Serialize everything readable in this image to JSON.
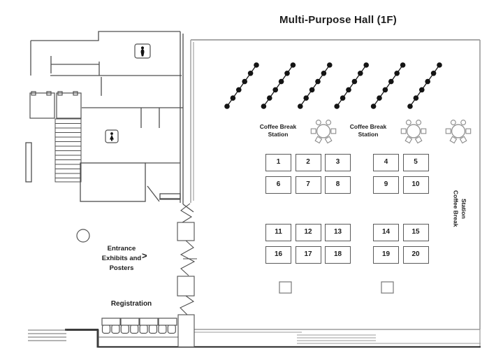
{
  "title": "Multi-Purpose Hall (1F)",
  "stations": {
    "left": {
      "line1": "Coffee Break",
      "line2": "Station"
    },
    "middle": {
      "line1": "Coffee Break",
      "line2": "Station"
    },
    "right_vertical": {
      "line1": "Coffee Break",
      "line2": "Station"
    }
  },
  "entrance": {
    "line1": "Entrance",
    "line2": "Exhibits and",
    "line3": "Posters",
    "arrow": ">"
  },
  "registration_label": "Registration",
  "booths": {
    "groups": [
      {
        "rows": [
          [
            "1",
            "2",
            "3"
          ],
          [
            "6",
            "7",
            "8"
          ]
        ]
      },
      {
        "rows": [
          [
            "4",
            "5"
          ],
          [
            "9",
            "10"
          ]
        ]
      },
      {
        "rows": [
          [
            "11",
            "12",
            "13"
          ],
          [
            "16",
            "17",
            "18"
          ]
        ]
      },
      {
        "rows": [
          [
            "14",
            "15"
          ],
          [
            "19",
            "20"
          ]
        ]
      }
    ]
  },
  "furniture": {
    "diagonal_chair_rows": {
      "rows": 6,
      "chairs_per_row": 6
    },
    "round_tables": {
      "count": 3,
      "chairs_per_table": 6
    },
    "registration_desk": {
      "tables": 4,
      "chairs": 8
    },
    "floor_pillars": 2,
    "structural_columns": 1
  },
  "icons": {
    "restrooms": [
      "male-figure",
      "female-figure"
    ]
  },
  "colors": {
    "hall_wall": "#9b9b9b",
    "building_line": "#4f4f4f",
    "booth_border": "#595959",
    "chair_fill": "#141414",
    "furniture_line": "#8a8a8a",
    "text": "#1c1c1c"
  }
}
